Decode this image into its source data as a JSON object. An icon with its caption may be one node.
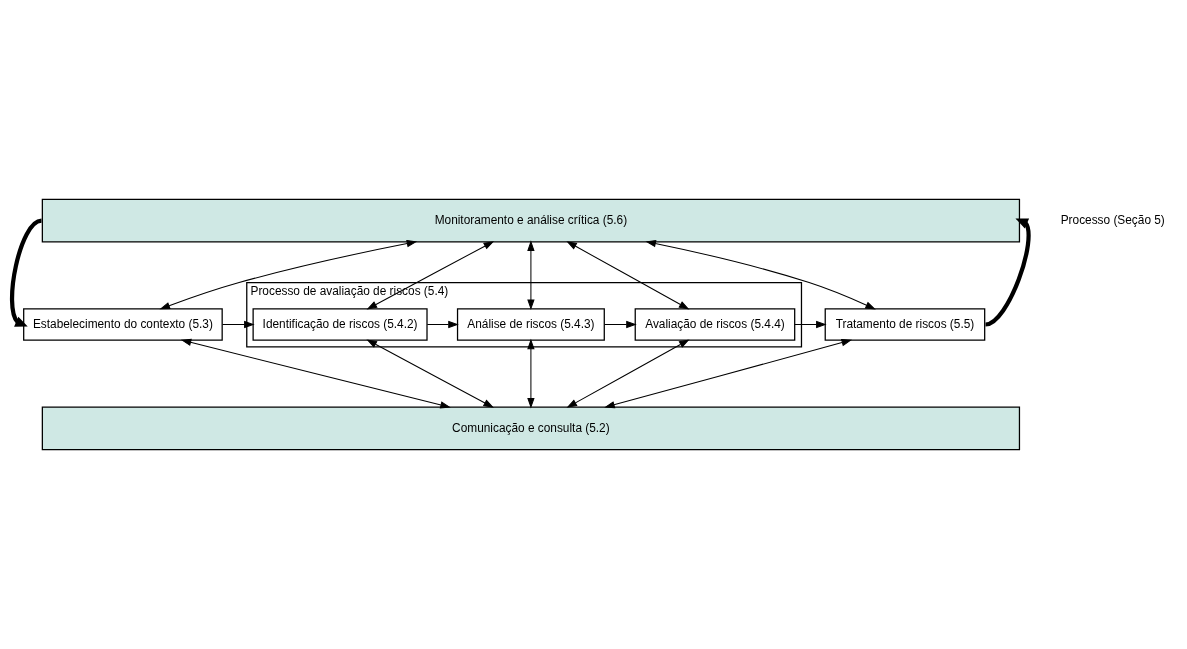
{
  "diagram": {
    "nodes": [
      {
        "text": [
          "Monitoramento e análise crítica (5.6)"
        ]
      },
      {
        "text": [
          "Estabelecimento do contexto (5.3)"
        ]
      },
      {
        "text": [
          "Processo de avaliação de riscos (5.4)"
        ]
      },
      {
        "text": [
          "Identificação de riscos (5.4.2)"
        ],
        "in": 2
      },
      {
        "text": [
          "Análise de riscos (5.4.3)"
        ],
        "in": 2
      },
      {
        "text": [
          "Avaliação de riscos (5.4.4)"
        ],
        "in": 2
      },
      {
        "text": [
          "Tratamento de riscos (5.5)"
        ]
      },
      {
        "text": [
          "Comunicação e consulta (5.2)"
        ]
      }
    ],
    "edges": [
      {
        "from": 1,
        "to": 3,
        "arrow": "to"
      },
      {
        "from": 3,
        "to": 4,
        "arrow": "to"
      },
      {
        "from": 4,
        "to": 5,
        "arrow": "to"
      },
      {
        "from": 5,
        "to": 6,
        "arrow": "to"
      },
      {
        "from": 6,
        "to": 0,
        "arrow": "to",
        "style": "thick"
      },
      {
        "from": 0,
        "to": 1,
        "arrow": "to",
        "style": "thick"
      },
      {
        "from": 0,
        "to": 1,
        "arrow": "both"
      },
      {
        "from": 0,
        "to": 3,
        "arrow": "both"
      },
      {
        "from": 0,
        "to": 4,
        "arrow": "both"
      },
      {
        "from": 0,
        "to": 5,
        "arrow": "both"
      },
      {
        "from": 0,
        "to": 6,
        "arrow": "both"
      },
      {
        "from": 1,
        "to": 7,
        "arrow": "both"
      },
      {
        "from": 3,
        "to": 7,
        "arrow": "both"
      },
      {
        "from": 4,
        "to": 7,
        "arrow": "both"
      },
      {
        "from": 5,
        "to": 7,
        "arrow": "both"
      },
      {
        "from": 6,
        "to": 7,
        "arrow": "both"
      }
    ],
    "labels": [
      "Processo (Seção 5)"
    ]
  }
}
